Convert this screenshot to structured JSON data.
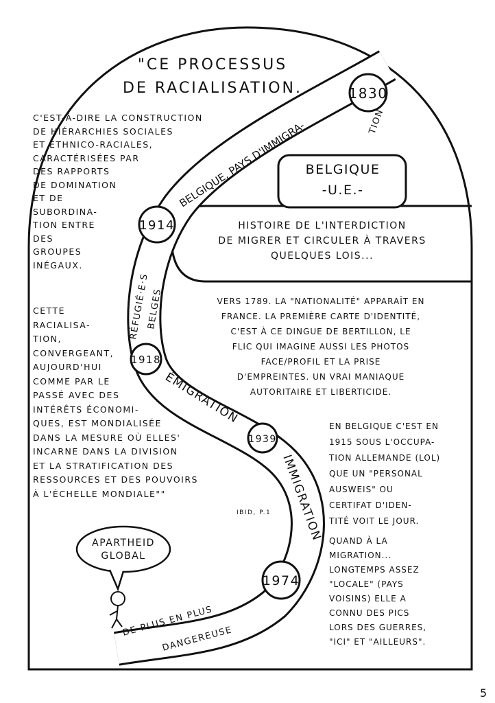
{
  "title": "\"CE PROCESSUS\nDE RACIALISATION.",
  "quote_text": "C'EST-À-DIRE LA CONSTRUCTION\nDE HIÉRARCHIES SOCIALES\nET ETHNICO-RACIALES,\nCARACTÉRISÉES PAR\nDES RAPPORTS\nDE DOMINATION\nET DE\nSUBORDINA-\nTION ENTRE\nDES\nGROUPES\nINÉGAUX.",
  "quote_text_2": "CETTE\nRACIALISA-\nTION,\nCONVERGEANT,\nAUJOURD'HUI\nCOMME PAR LE\nPASSÉ AVEC DES\nINTÉRÊTS ÉCONOMI-\nQUES, EST MONDIALISÉE\nDANS LA MESURE OÙ ELLES'\nINCARNE DANS LA DIVISION\nET LA STRATIFICATION DES\nRESSOURCES ET DES POUVOIRS\nÀ L'ÉCHELLE MONDIALE\"\"",
  "citation": "IBID, p.1",
  "speech_bubble": "APARTHEID\nGLOBAL",
  "box_title": "BELGIQUE\n-U.E.-",
  "box_subtitle": "HISTOIRE DE L'INTERDICTION\nDE MIGRER ET CIRCULER À TRAVERS\nQUELQUES LOIS...",
  "paragraph_1789": "VERS 1789. LA \"NATIONALITÉ\" APPARAÎT EN\nFRANCE. LA PREMIÈRE CARTE D'IDENTITÉ,\nC'EST À CE DINGUE DE BERTILLON, LE\nFLIC QUI IMAGINE AUSSI LES PHOTOS\nFACE/PROFIL ET LA PRISE\nD'EMPREINTES. UN VRAI MANIAQUE\nAUTORITAIRE ET LIBERTICIDE.",
  "paragraph_1915": "EN BELGIQUE C'EST EN\n1915 SOUS L'OCCUPA-\nTION ALLEMANDE (LOL)\nQUE UN \"PERSONAL\nAUSWEIS\" OU\nCERTIFAT D'IDEN-\nTITÉ VOIT LE JOUR.",
  "paragraph_migration": "QUAND À LA\nMIGRATION...\nLONGTEMPS ASSEZ\n\"LOCALE\" (PAYS\nVOISINS) ELLE A\nCONNU DES PICS\nLORS DES GUERRES,\n\"ICI\" ET \"AILLEURS\".",
  "timeline": {
    "years": [
      "1830",
      "1914",
      "1918",
      "1939",
      "1974"
    ],
    "segments": {
      "s1": "BELGIQUE, PAYS D'IMMIGRA-",
      "s1b": "TION",
      "s2a": "RÉFUGIÉ·E·S",
      "s2b": "BELGES",
      "s3": "ÉMIGRATION",
      "s4": "IMMIGRATION",
      "s5a": "DE PLUS EN PLUS",
      "s5b": "DANGEREUSE"
    }
  },
  "page_number": "5"
}
